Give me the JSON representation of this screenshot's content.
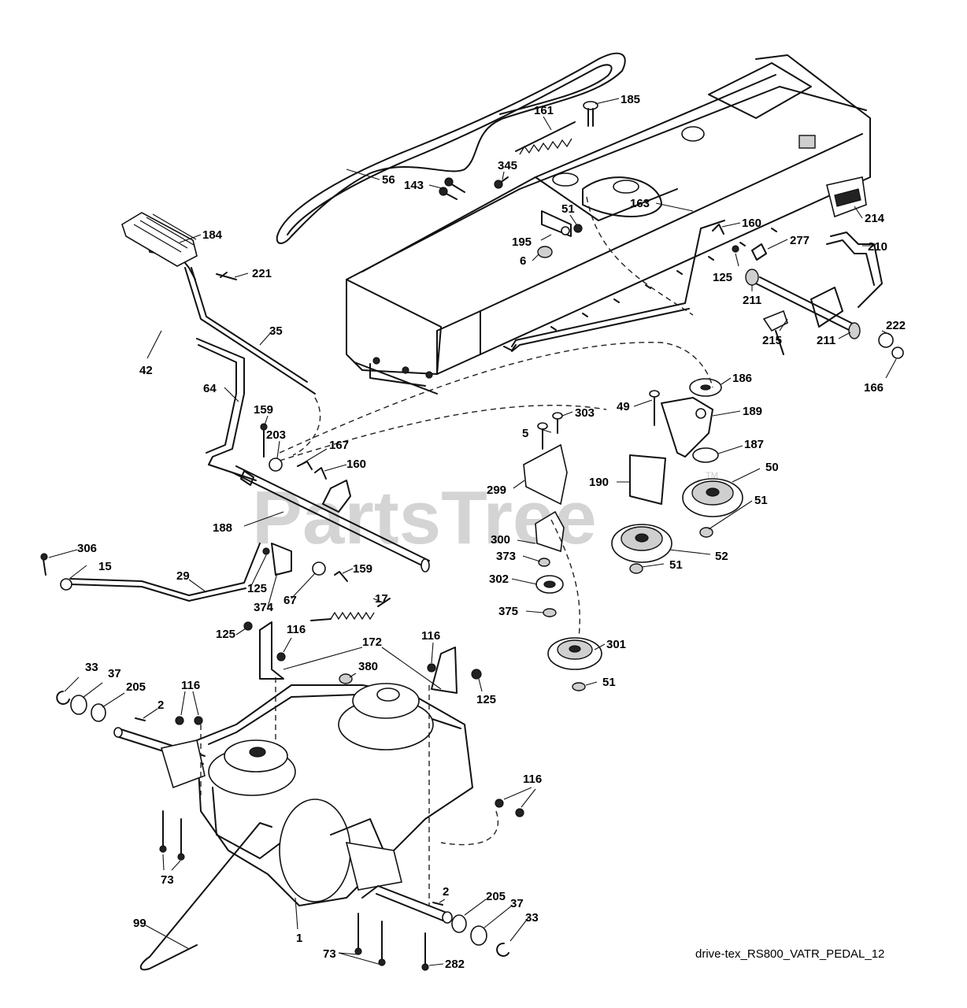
{
  "watermark": {
    "text": "PartsTree",
    "tm": "TM"
  },
  "caption": "drive-tex_RS800_VATR_PEDAL_12",
  "callouts": [
    {
      "id": "c185",
      "label": "185"
    },
    {
      "id": "c161",
      "label": "161"
    },
    {
      "id": "c345",
      "label": "345"
    },
    {
      "id": "c143",
      "label": "143"
    },
    {
      "id": "c56",
      "label": "56"
    },
    {
      "id": "c51a",
      "label": "51"
    },
    {
      "id": "c195",
      "label": "195"
    },
    {
      "id": "c6",
      "label": "6"
    },
    {
      "id": "c184",
      "label": "184"
    },
    {
      "id": "c221",
      "label": "221"
    },
    {
      "id": "c160a",
      "label": "160"
    },
    {
      "id": "c214",
      "label": "214"
    },
    {
      "id": "c277",
      "label": "277"
    },
    {
      "id": "c210",
      "label": "210"
    },
    {
      "id": "c163",
      "label": "163"
    },
    {
      "id": "c125a",
      "label": "125"
    },
    {
      "id": "c211a",
      "label": "211"
    },
    {
      "id": "c35",
      "label": "35"
    },
    {
      "id": "c42",
      "label": "42"
    },
    {
      "id": "c215",
      "label": "215"
    },
    {
      "id": "c222",
      "label": "222"
    },
    {
      "id": "c211b",
      "label": "211"
    },
    {
      "id": "c166",
      "label": "166"
    },
    {
      "id": "c186",
      "label": "186"
    },
    {
      "id": "c64",
      "label": "64"
    },
    {
      "id": "c159a",
      "label": "159"
    },
    {
      "id": "c49",
      "label": "49"
    },
    {
      "id": "c189",
      "label": "189"
    },
    {
      "id": "c303",
      "label": "303"
    },
    {
      "id": "c5",
      "label": "5"
    },
    {
      "id": "c203",
      "label": "203"
    },
    {
      "id": "c167",
      "label": "167"
    },
    {
      "id": "c187",
      "label": "187"
    },
    {
      "id": "c160b",
      "label": "160"
    },
    {
      "id": "c50",
      "label": "50"
    },
    {
      "id": "c190",
      "label": "190"
    },
    {
      "id": "c299",
      "label": "299"
    },
    {
      "id": "c51b",
      "label": "51"
    },
    {
      "id": "c188",
      "label": "188"
    },
    {
      "id": "c306",
      "label": "306"
    },
    {
      "id": "c300",
      "label": "300"
    },
    {
      "id": "c15",
      "label": "15"
    },
    {
      "id": "c373",
      "label": "373"
    },
    {
      "id": "c52",
      "label": "52"
    },
    {
      "id": "c51c",
      "label": "51"
    },
    {
      "id": "c29",
      "label": "29"
    },
    {
      "id": "c159b",
      "label": "159"
    },
    {
      "id": "c125b",
      "label": "125"
    },
    {
      "id": "c302",
      "label": "302"
    },
    {
      "id": "c374",
      "label": "374"
    },
    {
      "id": "c67",
      "label": "67"
    },
    {
      "id": "c375",
      "label": "375"
    },
    {
      "id": "c17",
      "label": "17"
    },
    {
      "id": "c125c",
      "label": "125"
    },
    {
      "id": "c116a",
      "label": "116"
    },
    {
      "id": "c116b",
      "label": "116"
    },
    {
      "id": "c301",
      "label": "301"
    },
    {
      "id": "c172",
      "label": "172"
    },
    {
      "id": "c33a",
      "label": "33"
    },
    {
      "id": "c37a",
      "label": "37"
    },
    {
      "id": "c380",
      "label": "380"
    },
    {
      "id": "c51d",
      "label": "51"
    },
    {
      "id": "c205a",
      "label": "205"
    },
    {
      "id": "c116c",
      "label": "116"
    },
    {
      "id": "c125d",
      "label": "125"
    },
    {
      "id": "c2a",
      "label": "2"
    },
    {
      "id": "c116d",
      "label": "116"
    },
    {
      "id": "c73a",
      "label": "73"
    },
    {
      "id": "c2b",
      "label": "2"
    },
    {
      "id": "c205b",
      "label": "205"
    },
    {
      "id": "c37b",
      "label": "37"
    },
    {
      "id": "c99",
      "label": "99"
    },
    {
      "id": "c33b",
      "label": "33"
    },
    {
      "id": "c1",
      "label": "1"
    },
    {
      "id": "c73b",
      "label": "73"
    },
    {
      "id": "c282",
      "label": "282"
    }
  ]
}
